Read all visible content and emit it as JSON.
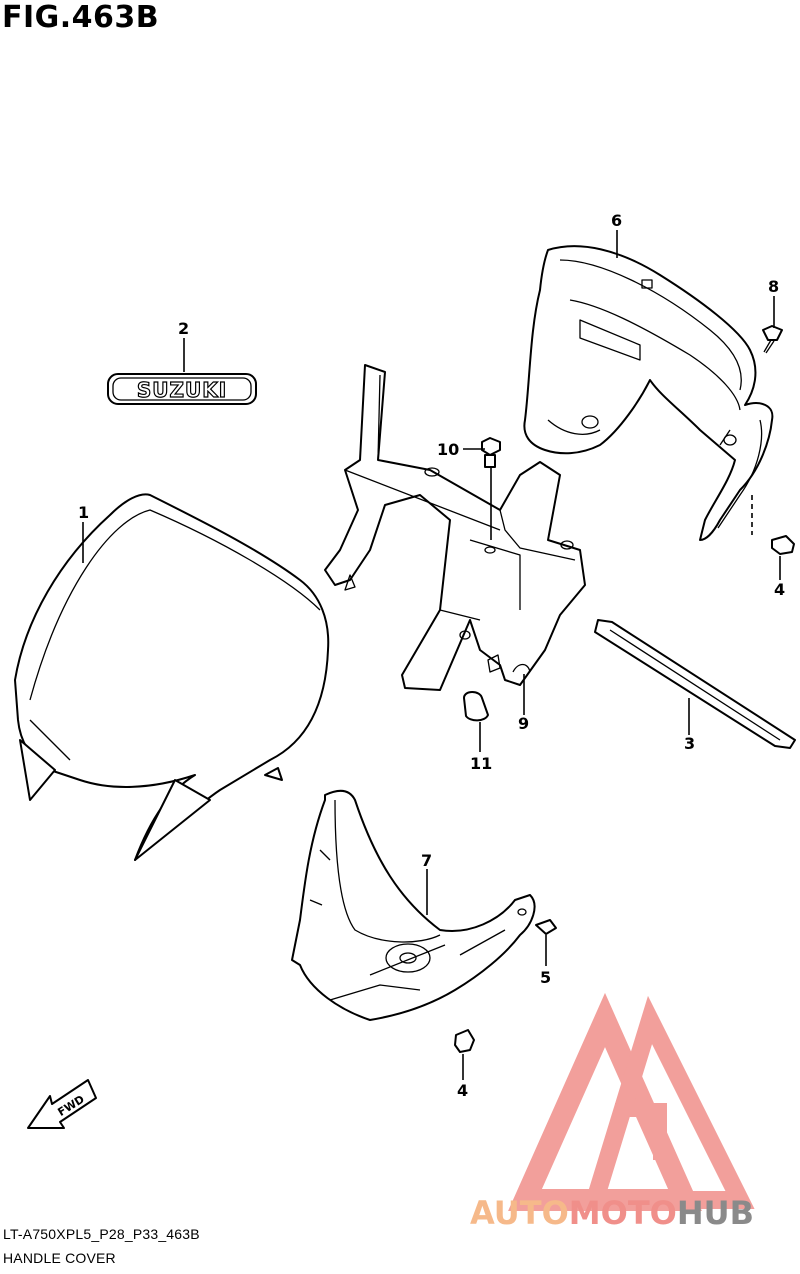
{
  "figure_title": "FIG.463B",
  "callouts": {
    "c1": "1",
    "c2": "2",
    "c3": "3",
    "c4a": "4",
    "c4b": "4",
    "c5": "5",
    "c6": "6",
    "c7": "7",
    "c8": "8",
    "c9": "9",
    "c10": "10",
    "c11": "11"
  },
  "emblem_text": "SUZUKI",
  "fwd_label": "FWD",
  "watermark": {
    "part1": "AUTO",
    "part2": "MOTO",
    "part3": "HUB"
  },
  "footer": {
    "code": "LT-A750XPL5_P28_P33_463B",
    "name": "HANDLE COVER"
  },
  "colors": {
    "watermark_orange": "#f6b98a",
    "watermark_red": "#f08f8a",
    "watermark_gray": "#8a8a8a"
  }
}
